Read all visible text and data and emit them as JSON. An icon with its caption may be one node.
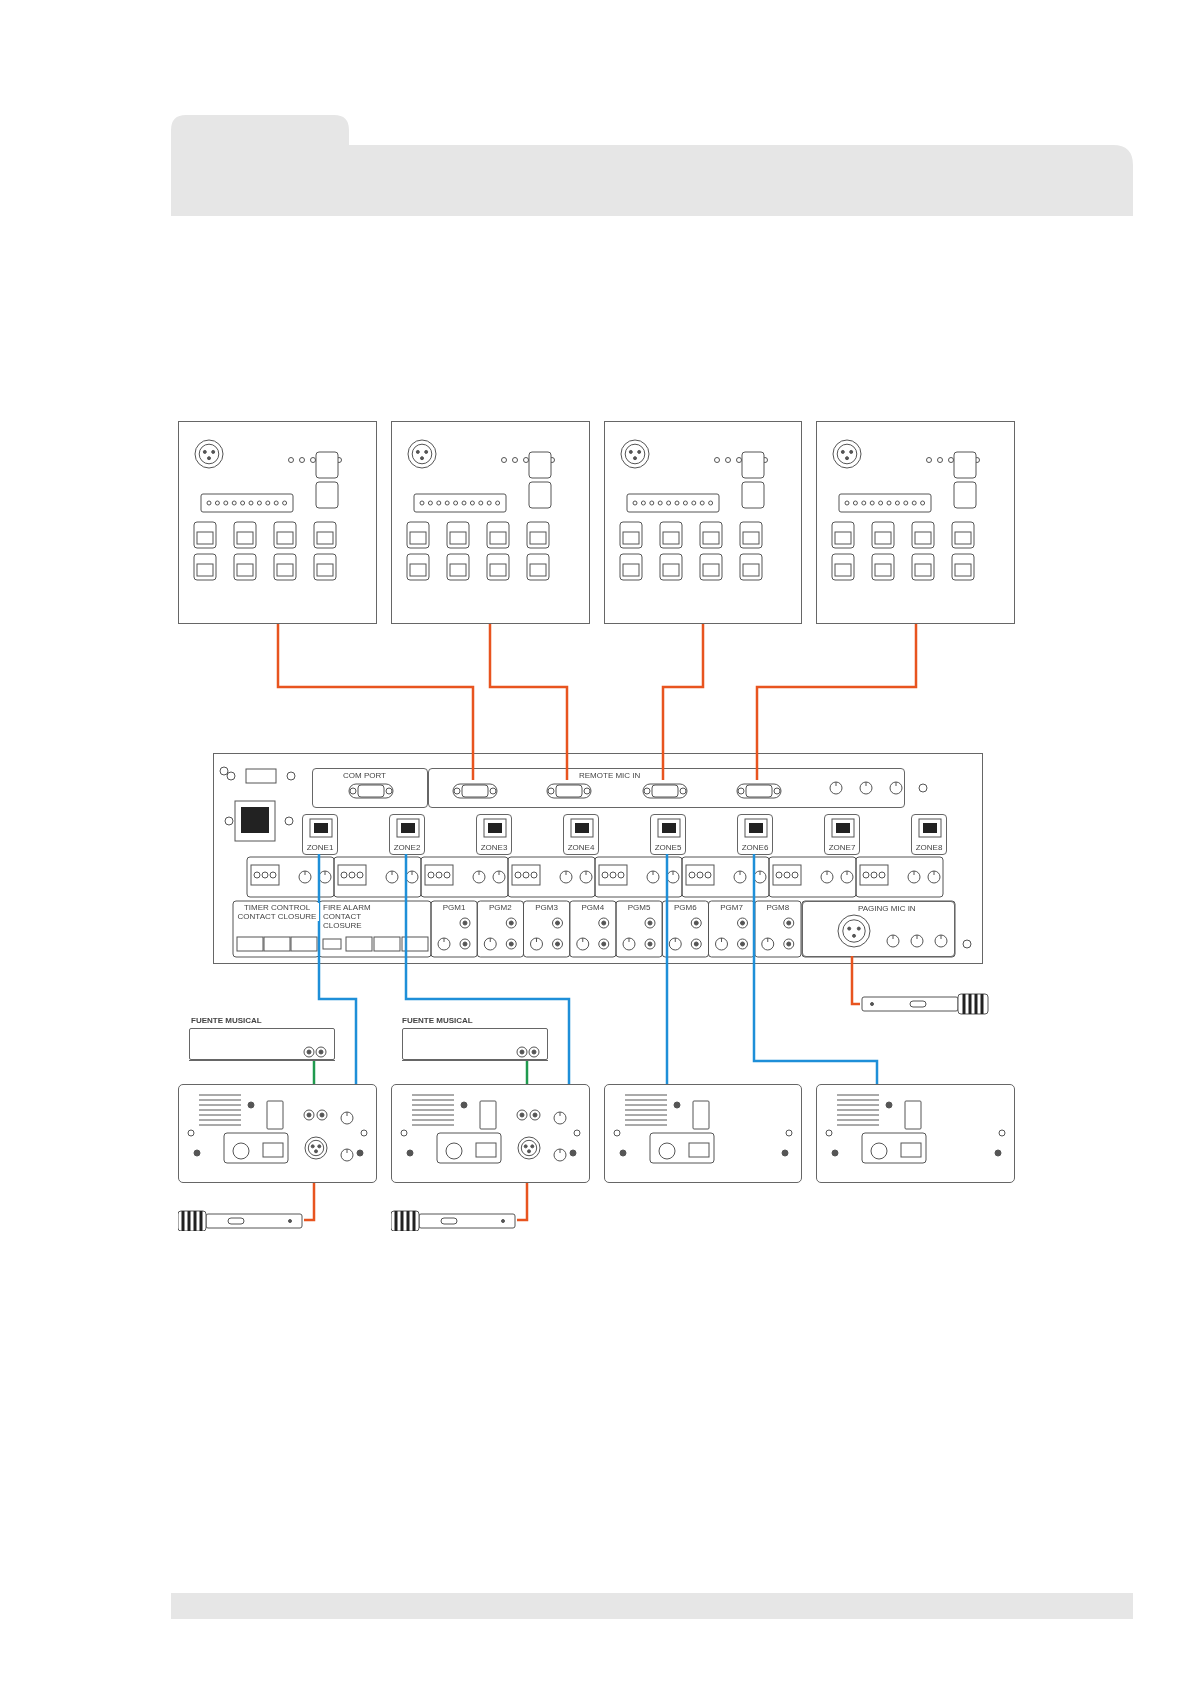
{
  "diagram": {
    "nodes": [
      {
        "text": [],
        "shape": "picture"
      },
      {
        "text": [],
        "shape": "picture"
      },
      {
        "text": [],
        "shape": "picture"
      },
      {
        "text": [],
        "shape": "picture"
      },
      {
        "text": [],
        "shape": "picture"
      },
      {
        "text": [
          "COM PORT"
        ],
        "in": 4
      },
      {
        "text": [
          "REMOTE MIC IN"
        ],
        "in": 4
      },
      {
        "text": [],
        "shape": "picture",
        "in": 6
      },
      {
        "text": [],
        "shape": "picture",
        "in": 6
      },
      {
        "text": [],
        "shape": "picture",
        "in": 6
      },
      {
        "text": [],
        "shape": "picture",
        "in": 6
      },
      {
        "text": [
          "ZONE1"
        ],
        "in": 4
      },
      {
        "text": [
          "ZONE2"
        ],
        "in": 4
      },
      {
        "text": [
          "ZONE3"
        ],
        "in": 4
      },
      {
        "text": [
          "ZONE4"
        ],
        "in": 4
      },
      {
        "text": [
          "ZONE5"
        ],
        "in": 4
      },
      {
        "text": [
          "ZONE6"
        ],
        "in": 4
      },
      {
        "text": [
          "ZONE7"
        ],
        "in": 4
      },
      {
        "text": [
          "ZONE8"
        ],
        "in": 4
      },
      {
        "text": [
          "PAGING MIC IN"
        ],
        "in": 4
      },
      {
        "text": [],
        "shape": "picture"
      },
      {
        "text": [
          "FUENTE MUSICAL"
        ]
      },
      {
        "text": [
          "FUENTE MUSICAL"
        ]
      },
      {
        "text": [],
        "shape": "picture"
      },
      {
        "text": [],
        "shape": "picture"
      },
      {
        "text": [],
        "shape": "picture"
      },
      {
        "text": [],
        "shape": "picture"
      },
      {
        "text": [],
        "shape": "picture"
      },
      {
        "text": [],
        "shape": "picture"
      }
    ],
    "edges": [
      {
        "from": 0,
        "to": 7,
        "arrow": "none"
      },
      {
        "from": 1,
        "to": 8,
        "arrow": "none"
      },
      {
        "from": 2,
        "to": 9,
        "arrow": "none"
      },
      {
        "from": 3,
        "to": 10,
        "arrow": "none"
      },
      {
        "from": 11,
        "to": 23,
        "arrow": "none",
        "color": "#1e8fd8"
      },
      {
        "from": 12,
        "to": 24,
        "arrow": "none",
        "color": "#1e8fd8"
      },
      {
        "from": 15,
        "to": 25,
        "arrow": "none",
        "color": "#1e8fd8"
      },
      {
        "from": 16,
        "to": 26,
        "arrow": "none",
        "color": "#1e8fd8"
      },
      {
        "from": 20,
        "to": 19,
        "arrow": "none"
      },
      {
        "from": 21,
        "to": 23,
        "arrow": "none",
        "color": "#1f9a4e"
      },
      {
        "from": 22,
        "to": 24,
        "arrow": "none",
        "color": "#1f9a4e"
      },
      {
        "from": 27,
        "to": 23,
        "arrow": "none"
      },
      {
        "from": 28,
        "to": 24,
        "arrow": "none"
      }
    ],
    "labels": [
      "TIMER CONTROL CONTACT CLOSURE",
      "FIRE ALARM CONTACT CLOSURE",
      "PGM1",
      "PGM2",
      "PGM3",
      "PGM4",
      "PGM5",
      "PGM6",
      "PGM7",
      "PGM8"
    ]
  }
}
